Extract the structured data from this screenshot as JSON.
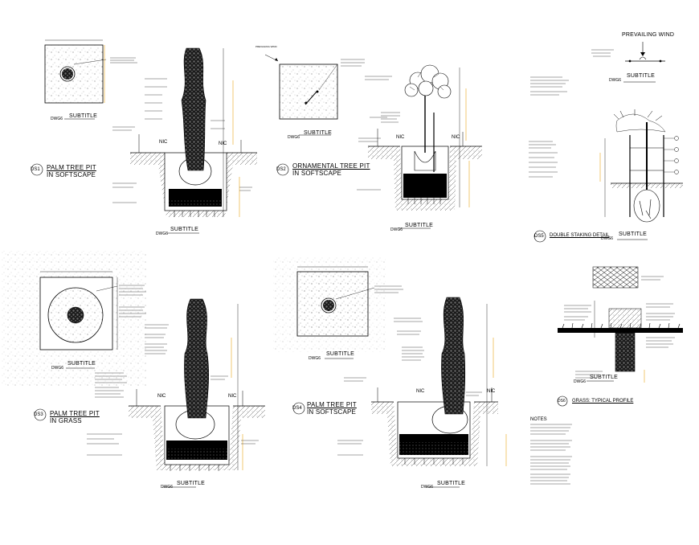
{
  "details": {
    "ds1": {
      "tag": "DS1",
      "title_line1": "PALM TREE PIT",
      "title_line2": "IN SOFTSCAPE",
      "plan_caption_tag": "DWG6",
      "plan_caption": "SUBTITLE",
      "section_caption_tag": "DWG6",
      "section_caption": "SUBTITLE",
      "nc_left": "NIC",
      "nc_right": "NIC"
    },
    "ds2": {
      "tag": "DS2",
      "title_line1": "ORNAMENTAL TREE PIT",
      "title_line2": "IN SOFTSCAPE",
      "plan_caption_tag": "DWG6",
      "plan_caption": "SUBTITLE",
      "section_caption_tag": "DWG6",
      "section_caption": "SUBTITLE",
      "nc_left": "NIC",
      "nc_right": "NIC",
      "wind_note": "PREVAILING WIND"
    },
    "ds3": {
      "tag": "DS3",
      "title_line1": "PALM TREE PIT",
      "title_line2": "IN GRASS",
      "plan_caption_tag": "DWG6",
      "plan_caption": "SUBTITLE",
      "section_caption_tag": "DWG6",
      "section_caption": "SUBTITLE",
      "nc_left": "NIC",
      "nc_right": "NIC"
    },
    "ds4": {
      "tag": "DS4",
      "title_line1": "PALM TREE PIT",
      "title_line2": "IN SOFTSCAPE",
      "plan_caption_tag": "DWG6",
      "plan_caption": "SUBTITLE",
      "section_caption_tag": "DWG6",
      "section_caption": "SUBTITLE",
      "nc_left": "NIC",
      "nc_right": "NIC"
    },
    "staking": {
      "tag": "DS5",
      "title": "DOUBLE STAKING DETAIL",
      "caption_tag": "DWG6",
      "caption": "SUBTITLE",
      "wind_title": "PREVAILING WIND",
      "wind_caption_tag": "DWG6",
      "wind_caption": "SUBTITLE"
    },
    "grass": {
      "tag": "DS6",
      "title": "GRASS: TYPICAL PROFILE",
      "caption_tag": "DWG6",
      "caption": "SUBTITLE",
      "notes_title": "NOTES"
    }
  },
  "colors": {
    "line": "#000000",
    "dim_accent": "#e8a317",
    "paper": "#ffffff"
  }
}
